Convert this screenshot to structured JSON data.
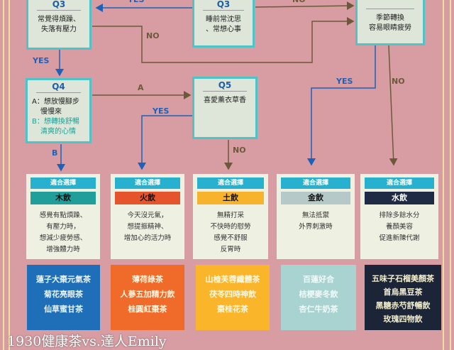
{
  "questions": {
    "q3_left": {
      "label": "Q3",
      "text": [
        "常覺得煩躁、",
        "失落有壓力"
      ]
    },
    "q3_center": {
      "label": "Q3",
      "text": [
        "睡前常沈思",
        "、常想心事"
      ]
    },
    "q_right": {
      "label": "",
      "text": [
        "季節轉換",
        "容易眼睛疲勞"
      ]
    },
    "q4": {
      "label": "Q4",
      "option_a": "A：想放慢腳步",
      "option_a2": "慢慢來",
      "option_b": "B：想轉換舒暢",
      "option_b2": "清爽的心情"
    },
    "q5": {
      "label": "Q5",
      "text": "喜愛薰衣草香"
    }
  },
  "arrow_labels": {
    "yes": "YES",
    "no": "NO",
    "a": "A",
    "b": "B"
  },
  "colors": {
    "background": "#d89ca3",
    "box_border": "#4fc4c8",
    "yes_arrow": "#1c62b8",
    "no_arrow": "#6b5a3a"
  },
  "cards": [
    {
      "header": "適合選擇",
      "element": "木飲",
      "element_color": "#1f9e9a",
      "desc": [
        "感覺有點煩躁、",
        "有壓力時，",
        "想減少疲勞感、",
        "增強體力時"
      ],
      "teas": [
        "蓮子大棗元氣茶",
        "菊花亮眼茶",
        "仙草蜜甘茶"
      ],
      "tea_bg": "#1f6fb8",
      "tea_color": "#e8f4ff"
    },
    {
      "header": "適合選擇",
      "element": "火飲",
      "element_color": "#e5542a",
      "desc": [
        "今天沒元氣，",
        "想提振精神、",
        "增加心的活力時"
      ],
      "teas": [
        "薄荷綠茶",
        "人蔘五加精力飲",
        "桂圓紅棗茶"
      ],
      "tea_bg": "#f06a2a",
      "tea_color": "#fff6e0"
    },
    {
      "header": "適合選擇",
      "element": "土飲",
      "element_color": "#f7b32b",
      "desc": [
        "無精打采",
        "不快時的慰勞",
        "感覺不舒服",
        "反胃時"
      ],
      "teas": [
        "山楂芙蓉纖體茶",
        "茯苓四時神飲",
        "棗桂花茶"
      ],
      "tea_bg": "#fbb52a",
      "tea_color": "#fff8e0"
    },
    {
      "header": "適合選擇",
      "element": "金飲",
      "element_color": "#b5c9c9",
      "desc": [
        "無法抵禦",
        "外界刺激時"
      ],
      "teas": [
        "百蓮好合",
        "桔梗麥冬飲",
        "杏仁牛奶茶"
      ],
      "tea_bg": "#a9d3d1",
      "tea_color": "#f0fbfa"
    },
    {
      "header": "適合選擇",
      "element": "水飲",
      "element_color": "#1f2a44",
      "desc": [
        "排除多餘水分",
        "養顏美容",
        "促進新陳代謝"
      ],
      "teas": [
        "五味子石榴美顏茶",
        "首烏黑豆茶",
        "黑糖赤芍舒暢飲",
        "玫瑰四物飲"
      ],
      "tea_bg": "#1c2438",
      "tea_color": "#f3f0d0"
    }
  ],
  "watermark": "1930健康茶vs.達人Emily"
}
